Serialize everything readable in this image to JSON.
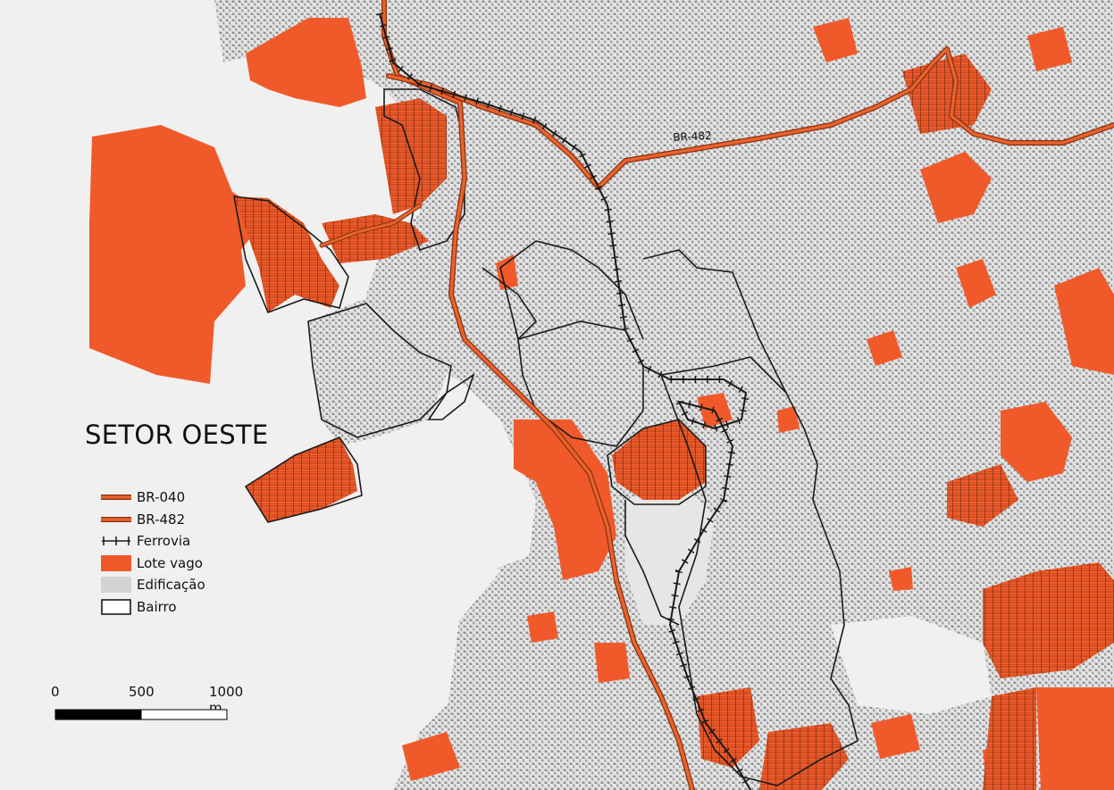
{
  "map": {
    "title": "SETOR OESTE",
    "road_label": "BR-482",
    "colors": {
      "background": "#f0f0f0",
      "lot": "#f05a2a",
      "road_fill": "#e8632d",
      "road_edge": "#8a3010",
      "building": "#9a9a9a",
      "boundary": "#1a1a1a"
    }
  },
  "legend": {
    "items": [
      {
        "label": "BR-040",
        "symbol": "road-line-icon"
      },
      {
        "label": "BR-482",
        "symbol": "road-line-icon"
      },
      {
        "label": "Ferrovia",
        "symbol": "railway-icon"
      },
      {
        "label": "Lote vago",
        "symbol": "vacant-lot-swatch"
      },
      {
        "label": "Edificação",
        "symbol": "building-swatch"
      },
      {
        "label": "Bairro",
        "symbol": "neighborhood-boundary-swatch"
      }
    ]
  },
  "scale": {
    "labels": [
      "0",
      "500",
      "1000 m"
    ]
  }
}
